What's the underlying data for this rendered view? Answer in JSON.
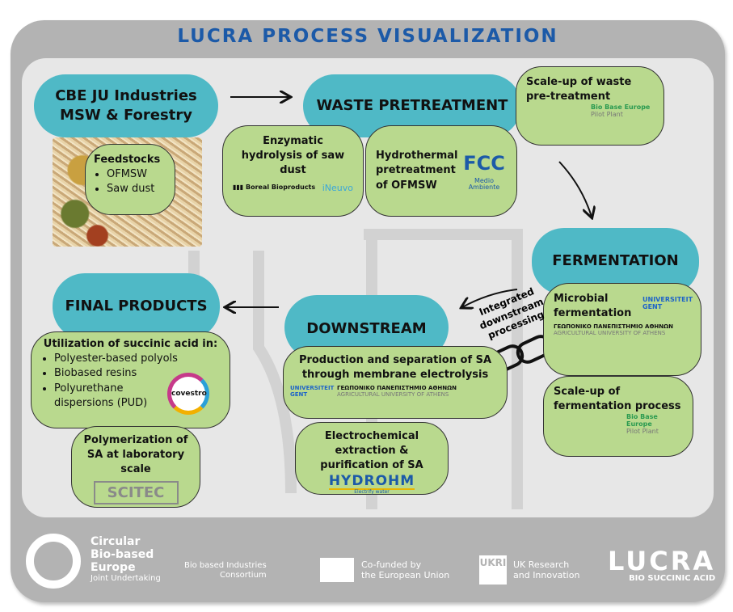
{
  "title": "LUCRA PROCESS VISUALIZATION",
  "colors": {
    "title": "#1c5aa8",
    "teal": "#4fb9c6",
    "green": "#b9d98e",
    "frame": "#b3b3b3",
    "panel": "#e7e7e7"
  },
  "source": {
    "label": "CBE JU Industries MSW & Forestry",
    "feedstocks_title": "Feedstocks",
    "feedstocks": [
      "OFMSW",
      "Saw dust"
    ]
  },
  "waste": {
    "label": "WASTE PRETREATMENT",
    "enzymatic": {
      "text": "Enzymatic hydrolysis of saw dust",
      "logo1": "Boreal Bioproducts",
      "logo2": "iNeuvo"
    },
    "hydrothermal": {
      "text": "Hydrothermal pretreatment of OFMSW",
      "logo": "FCC",
      "logo_sub": "Medio Ambiente"
    },
    "scaleup": {
      "text": "Scale-up of waste pre-treatment",
      "logo": "Bio Base Europe",
      "logo_sub": "Pilot Plant"
    }
  },
  "fermentation": {
    "label": "FERMENTATION",
    "microbial": {
      "text": "Microbial fermentation",
      "logo1": "UNIVERSITEIT GENT",
      "logo2_greek": "ΓΕΩΠΟΝΙΚΟ ΠΑΝΕΠΙΣΤΗΜΙΟ ΑΘΗΝΩΝ",
      "logo2": "AGRICULTURAL UNIVERSITY OF ATHENS"
    },
    "scaleup": {
      "text": "Scale-up of fermentation process",
      "logo": "Bio Base Europe",
      "logo_sub": "Pilot Plant"
    }
  },
  "integrated": "Integrated downstream processing",
  "downstream": {
    "label": "DOWNSTREAM",
    "production": {
      "text": "Production and separation of SA through membrane electrolysis",
      "logo1": "UNIVERSITEIT GENT",
      "logo2_greek": "ΓΕΩΠΟΝΙΚΟ ΠΑΝΕΠΙΣΤΗΜΙΟ ΑΘΗΝΩΝ",
      "logo2": "AGRICULTURAL UNIVERSITY OF ATHENS"
    },
    "electrochemical": {
      "text": "Electrochemical extraction & purification of SA",
      "logo": "HYDROHM",
      "logo_sub": "Electrify water"
    }
  },
  "final": {
    "label": "FINAL PRODUCTS",
    "utilization": {
      "title": "Utilization of succinic acid in:",
      "items": [
        "Polyester-based polyols",
        "Biobased resins",
        "Polyurethane dispersions (PUD)"
      ],
      "logo": "covestro"
    },
    "polymerization": {
      "text": "Polymerization of SA at laboratory scale",
      "logo": "SCITEC"
    }
  },
  "footer": {
    "cbe": [
      "Circular",
      "Bio-based",
      "Europe",
      "Joint Undertaking"
    ],
    "bic": [
      "Bio based Industries",
      "Consortium"
    ],
    "eu": [
      "Co-funded by",
      "the European Union"
    ],
    "ukri": [
      "UK Research",
      "and Innovation"
    ],
    "ukri_logo": "UKRI",
    "lucra": "LUCRA",
    "lucra_sub": "BIO SUCCINIC ACID"
  }
}
